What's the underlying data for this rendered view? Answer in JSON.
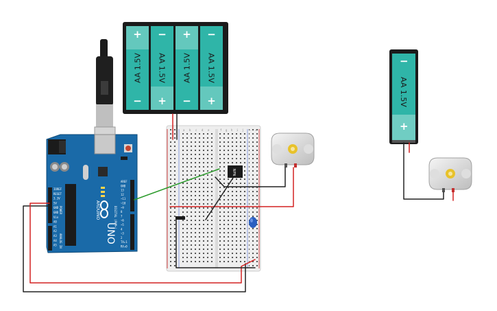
{
  "battery_pack_4": {
    "cells": [
      {
        "label": "AA 1.5V",
        "orientation": "plus-top"
      },
      {
        "label": "AA 1.5V",
        "orientation": "minus-top"
      },
      {
        "label": "AA 1.5V",
        "orientation": "plus-top"
      },
      {
        "label": "AA 1.5V",
        "orientation": "minus-top"
      }
    ],
    "plus_sign": "+",
    "minus_sign": "−"
  },
  "battery_single": {
    "label": "AA 1.5V",
    "plus_sign": "+",
    "minus_sign": "−"
  },
  "arduino": {
    "logo_text": "ARDUINO",
    "model_text": "UNO",
    "pin_labels_right": [
      "AREF",
      "GND",
      "13",
      "12",
      "~11",
      "~10",
      "~9",
      "8",
      "7",
      "~6",
      "~5",
      "4",
      "~3",
      "2",
      "TX▸1",
      "RX◂0"
    ],
    "pin_labels_left": [
      "IOREF",
      "RESET",
      "3.3V",
      "5V",
      "GND",
      "GND",
      "Vin",
      "A0",
      "A1",
      "A2",
      "A3",
      "A4",
      "A5"
    ],
    "power_label": "POWER",
    "analog_label": "ANALOG IN",
    "digital_label": "DIGITAL (PWM~)"
  },
  "breadboard": {
    "column_letters_left": [
      "a",
      "b",
      "c",
      "d",
      "e"
    ],
    "column_letters_right": [
      "f",
      "g",
      "h",
      "i",
      "j"
    ],
    "rail_plus": "+",
    "rail_minus": "−"
  },
  "transistor": {
    "label": "NPN"
  },
  "colors": {
    "battery_body": "#2fb5a8",
    "battery_cap": "#a6e0d8",
    "battery_case": "#1b1b1b",
    "arduino_board": "#1a6aa8",
    "wire_red": "#d32020",
    "wire_black": "#222222",
    "wire_green": "#2a9a2a",
    "motor_shaft": "#e8c22a",
    "capacitor": "#2a5fc1",
    "breadboard": "#eeeeee"
  }
}
